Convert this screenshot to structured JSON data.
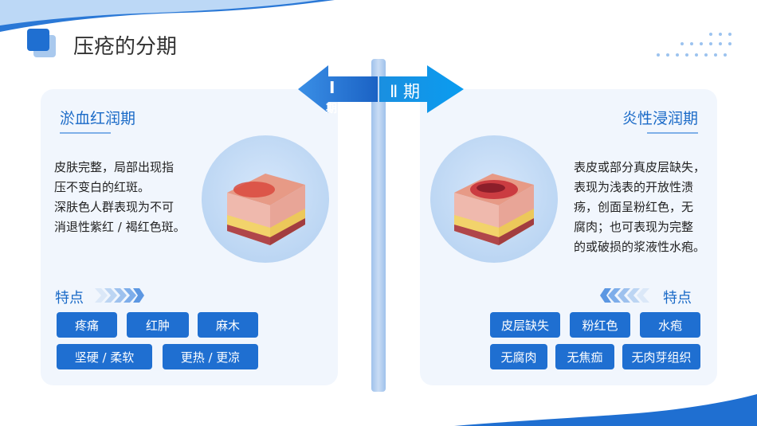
{
  "page": {
    "title": "压疮的分期"
  },
  "colors": {
    "accent": "#1f6fd1",
    "card_bg": "#f1f6fd",
    "heading": "#1a6ac7"
  },
  "nav": {
    "left_arrow_label": "Ⅰ",
    "left_arrow_sub": "期",
    "right_arrow_label": "Ⅱ 期"
  },
  "stages": [
    {
      "title": "淤血红润期",
      "description_lines": [
        "皮肤完整，局部出现指",
        "压不变白的红斑。",
        "深肤色人群表现为不可",
        "消退性紫红 / 褐红色斑。"
      ],
      "feature_label": "特点",
      "tags": [
        "疼痛",
        "红肿",
        "麻木",
        "坚硬 / 柔软",
        "更热 / 更凉"
      ],
      "illustration_icon": "skin-layer-redness-icon"
    },
    {
      "title": "炎性浸润期",
      "description_lines": [
        "表皮或部分真皮层缺失，",
        "表现为浅表的开放性溃",
        "疡，创面呈粉红色，无",
        "腐肉；也可表现为完整",
        "的或破损的浆液性水疱。"
      ],
      "feature_label": "特点",
      "tags": [
        "皮层缺失",
        "粉红色",
        "水疱",
        "无腐肉",
        "无焦痂",
        "无肉芽组织"
      ],
      "illustration_icon": "skin-layer-ulcer-icon"
    }
  ]
}
